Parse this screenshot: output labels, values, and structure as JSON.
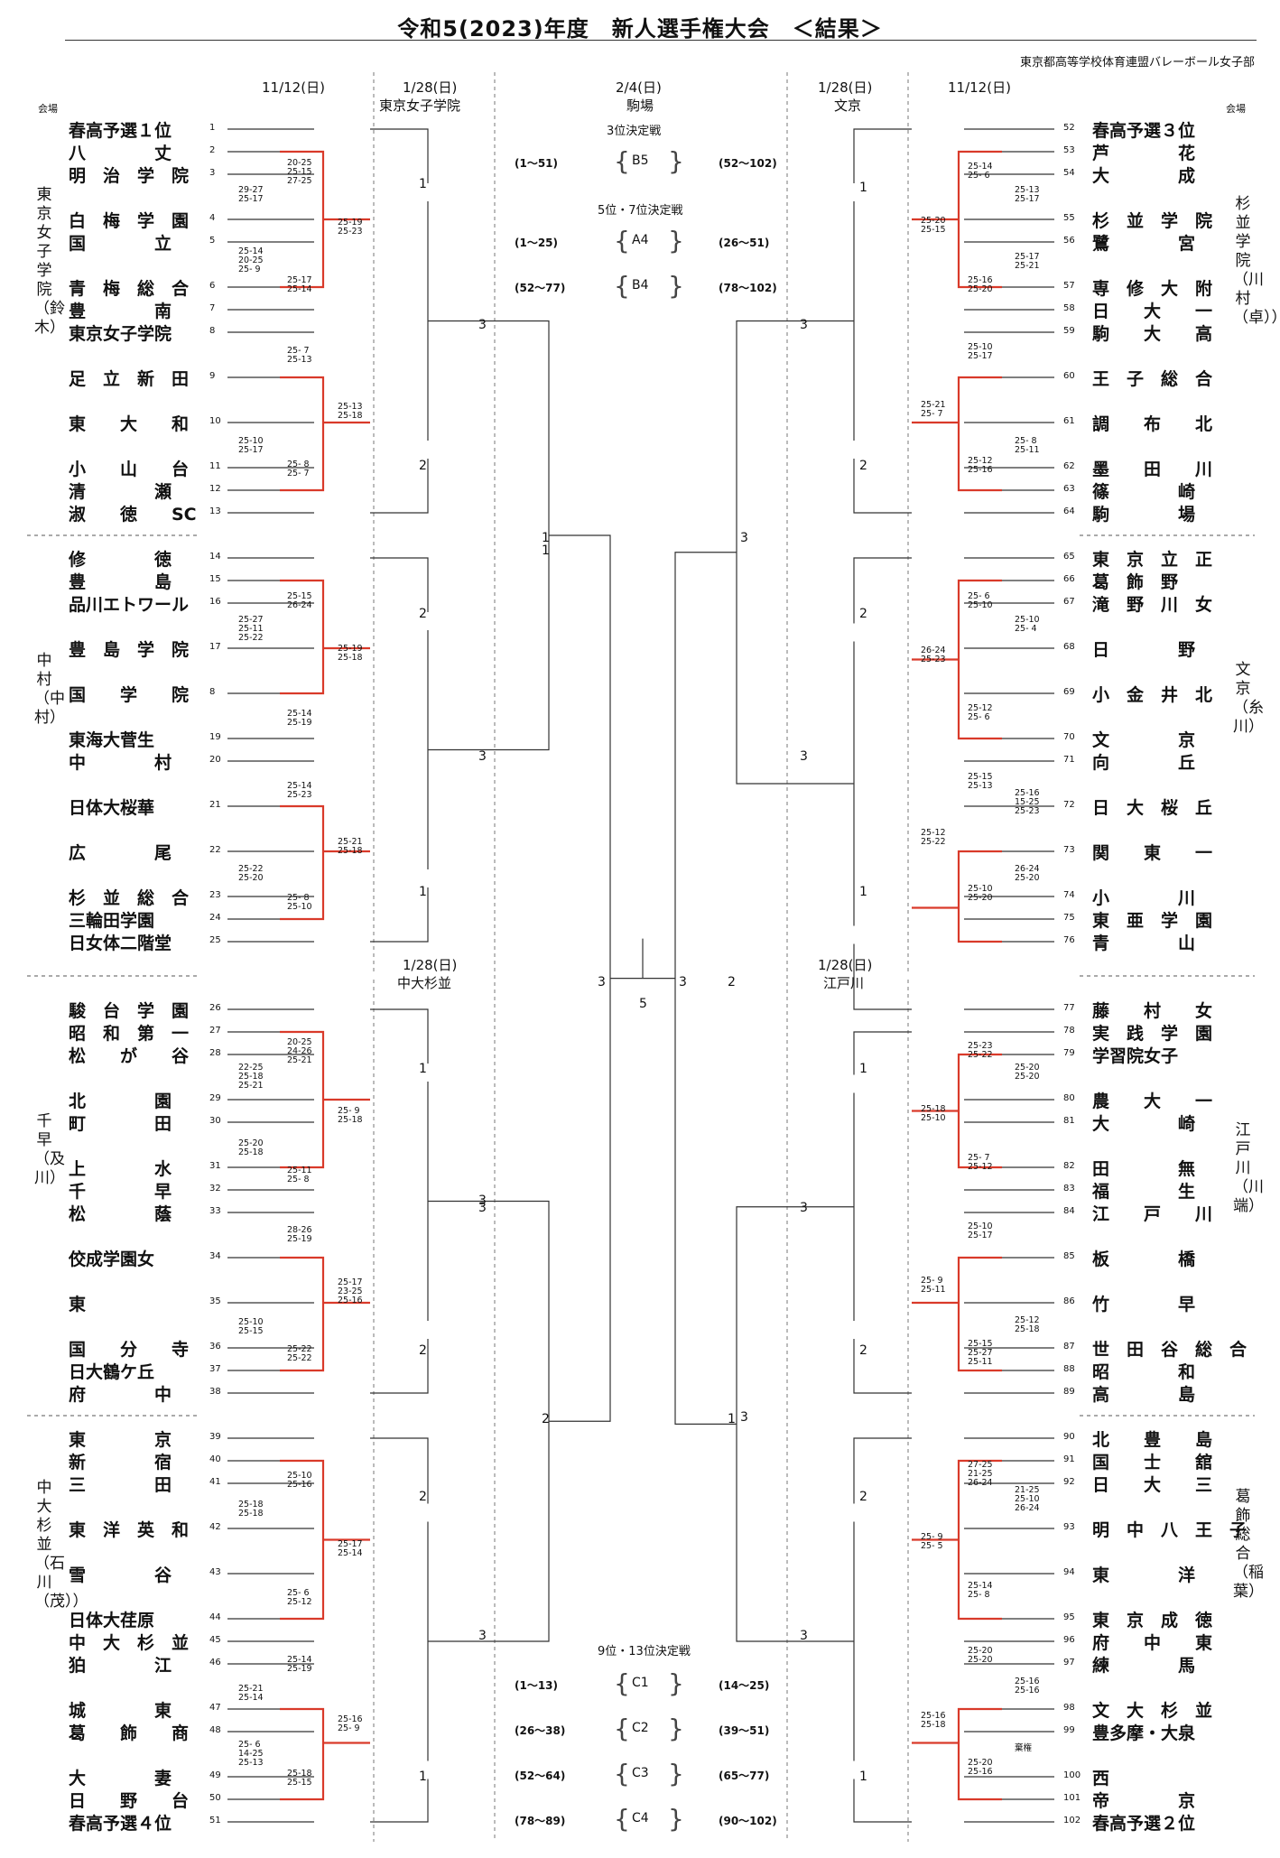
{
  "title": "令和5(2023)年度　新人選手権大会　＜結果＞",
  "organizer": "東京都高等学校体育連盟バレーボール女子部",
  "headers": {
    "date_r1": "11/12(日)",
    "date_r2": "1/28(日)",
    "date_final": "2/4(日)",
    "venue_tl": "東京女子学院",
    "venue_tr": "文京",
    "venue_final": "駒場",
    "venue_bl_date": "1/28(日)",
    "venue_bl": "中大杉並",
    "venue_br_date": "1/28(日)",
    "venue_br": "江戸川",
    "venue_label_left": "会場",
    "venue_label_right": "会場"
  },
  "venues": {
    "left": [
      "東京女子学院（鈴木）",
      "中村（中村）",
      "千早（及川）",
      "中大杉並（石川（茂））"
    ],
    "right": [
      "杉並学院（川村（卓））",
      "文京（糸川）",
      "江戸川（川端）",
      "葛飾総合（稲葉）"
    ]
  },
  "playoffs": {
    "third_title": "3位決定戦",
    "fifth_title": "5位・7位決定戦",
    "ninth_title": "9位・13位決定戦",
    "rows": [
      {
        "left": "(1～51)",
        "box": "B5",
        "right": "(52～102)"
      },
      {
        "left": "(1～25)",
        "box": "A4",
        "right": "(26～51)"
      },
      {
        "left": "(52～77)",
        "box": "B4",
        "right": "(78～102)"
      },
      {
        "left": "(1～13)",
        "box": "C1",
        "right": "(14～25)"
      },
      {
        "left": "(26～38)",
        "box": "C2",
        "right": "(39～51)"
      },
      {
        "left": "(52～64)",
        "box": "C3",
        "right": "(65～77)"
      },
      {
        "left": "(78～89)",
        "box": "C4",
        "right": "(90～102)"
      }
    ]
  },
  "left_teams": [
    {
      "n": "1",
      "name": "春高予選１位"
    },
    {
      "n": "2",
      "name": "八　　　　丈"
    },
    {
      "n": "3",
      "name": "明　治　学　院"
    },
    {
      "n": "4",
      "name": "白　梅　学　園"
    },
    {
      "n": "5",
      "name": "国　　　　立"
    },
    {
      "n": "6",
      "name": "青　梅　総　合"
    },
    {
      "n": "7",
      "name": "豊　　　　南"
    },
    {
      "n": "8",
      "name": "東京女子学院"
    },
    {
      "n": "9",
      "name": "足　立　新　田"
    },
    {
      "n": "10",
      "name": "東　　大　　和"
    },
    {
      "n": "11",
      "name": "小　　山　　台"
    },
    {
      "n": "12",
      "name": "清　　　　瀬"
    },
    {
      "n": "13",
      "name": "淑　　徳　　SC"
    },
    {
      "n": "14",
      "name": "修　　　　徳"
    },
    {
      "n": "15",
      "name": "豊　　　　島"
    },
    {
      "n": "16",
      "name": "品川エトワール"
    },
    {
      "n": "17",
      "name": "豊　島　学　院"
    },
    {
      "n": "8",
      "name": "国　　学　　院"
    },
    {
      "n": "19",
      "name": "東海大菅生"
    },
    {
      "n": "20",
      "name": "中　　　　村"
    },
    {
      "n": "21",
      "name": "日体大桜華"
    },
    {
      "n": "22",
      "name": "広　　　　尾"
    },
    {
      "n": "23",
      "name": "杉　並　総　合"
    },
    {
      "n": "24",
      "name": "三輪田学園"
    },
    {
      "n": "25",
      "name": "日女体二階堂"
    },
    {
      "n": "26",
      "name": "駿　台　学　園"
    },
    {
      "n": "27",
      "name": "昭　和　第　一"
    },
    {
      "n": "28",
      "name": "松　　が　　谷"
    },
    {
      "n": "29",
      "name": "北　　　　園"
    },
    {
      "n": "30",
      "name": "町　　　　田"
    },
    {
      "n": "31",
      "name": "上　　　　水"
    },
    {
      "n": "32",
      "name": "千　　　　早"
    },
    {
      "n": "33",
      "name": "松　　　　蔭"
    },
    {
      "n": "34",
      "name": "佼成学園女"
    },
    {
      "n": "35",
      "name": "東"
    },
    {
      "n": "36",
      "name": "国　　分　　寺"
    },
    {
      "n": "37",
      "name": "日大鶴ケ丘"
    },
    {
      "n": "38",
      "name": "府　　　　中"
    },
    {
      "n": "39",
      "name": "東　　　　京"
    },
    {
      "n": "40",
      "name": "新　　　　宿"
    },
    {
      "n": "41",
      "name": "三　　　　田"
    },
    {
      "n": "42",
      "name": "東　洋　英　和"
    },
    {
      "n": "43",
      "name": "雪　　　　谷"
    },
    {
      "n": "44",
      "name": "日体大荏原"
    },
    {
      "n": "45",
      "name": "中　大　杉　並"
    },
    {
      "n": "46",
      "name": "狛　　　　江"
    },
    {
      "n": "47",
      "name": "城　　　　東"
    },
    {
      "n": "48",
      "name": "葛　　飾　　商"
    },
    {
      "n": "49",
      "name": "大　　　　妻"
    },
    {
      "n": "50",
      "name": "日　　野　　台"
    },
    {
      "n": "51",
      "name": "春高予選４位"
    }
  ],
  "right_teams": [
    {
      "n": "52",
      "name": "春高予選３位"
    },
    {
      "n": "53",
      "name": "芦　　　　花"
    },
    {
      "n": "54",
      "name": "大　　　　成"
    },
    {
      "n": "55",
      "name": "杉　並　学　院"
    },
    {
      "n": "56",
      "name": "鷺　　　　宮"
    },
    {
      "n": "57",
      "name": "専　修　大　附"
    },
    {
      "n": "58",
      "name": "日　　大　　一"
    },
    {
      "n": "59",
      "name": "駒　　大　　高"
    },
    {
      "n": "60",
      "name": "王　子　総　合"
    },
    {
      "n": "61",
      "name": "調　　布　　北"
    },
    {
      "n": "62",
      "name": "墨　　田　　川"
    },
    {
      "n": "63",
      "name": "篠　　　　崎"
    },
    {
      "n": "64",
      "name": "駒　　　　場"
    },
    {
      "n": "65",
      "name": "東　京　立　正"
    },
    {
      "n": "66",
      "name": "葛　飾　野"
    },
    {
      "n": "67",
      "name": "滝　野　川　女"
    },
    {
      "n": "68",
      "name": "日　　　　野"
    },
    {
      "n": "69",
      "name": "小　金　井　北"
    },
    {
      "n": "70",
      "name": "文　　　　京"
    },
    {
      "n": "71",
      "name": "向　　　　丘"
    },
    {
      "n": "72",
      "name": "日　大　桜　丘"
    },
    {
      "n": "73",
      "name": "関　　東　　一"
    },
    {
      "n": "74",
      "name": "小　　　　川"
    },
    {
      "n": "75",
      "name": "東　亜　学　園"
    },
    {
      "n": "76",
      "name": "青　　　　山"
    },
    {
      "n": "77",
      "name": "藤　　村　　女"
    },
    {
      "n": "78",
      "name": "実　践　学　園"
    },
    {
      "n": "79",
      "name": "学習院女子"
    },
    {
      "n": "80",
      "name": "農　　大　　一"
    },
    {
      "n": "81",
      "name": "大　　　　崎"
    },
    {
      "n": "82",
      "name": "田　　　　無"
    },
    {
      "n": "83",
      "name": "福　　　　生"
    },
    {
      "n": "84",
      "name": "江　　戸　　川"
    },
    {
      "n": "85",
      "name": "板　　　　橋"
    },
    {
      "n": "86",
      "name": "竹　　　　早"
    },
    {
      "n": "87",
      "name": "世　田　谷　総　合"
    },
    {
      "n": "88",
      "name": "昭　　　　和"
    },
    {
      "n": "89",
      "name": "高　　　　島"
    },
    {
      "n": "90",
      "name": "北　　豊　　島"
    },
    {
      "n": "91",
      "name": "国　　士　　舘"
    },
    {
      "n": "92",
      "name": "日　　大　　三"
    },
    {
      "n": "93",
      "name": "明　中　八　王　子"
    },
    {
      "n": "94",
      "name": "東　　　　洋"
    },
    {
      "n": "95",
      "name": "東　京　成　徳"
    },
    {
      "n": "96",
      "name": "府　　中　　東"
    },
    {
      "n": "97",
      "name": "練　　　　馬"
    },
    {
      "n": "98",
      "name": "文　大　杉　並"
    },
    {
      "n": "99",
      "name": "豊多摩・大泉"
    },
    {
      "n": "100",
      "name": "西"
    },
    {
      "n": "101",
      "name": "帝　　　　京"
    },
    {
      "n": "102",
      "name": "春高予選２位"
    }
  ],
  "scores_left": [
    "20-25\n25-15\n27-25",
    "29-27\n25-17",
    "25-19\n25-23",
    "25-14\n20-25\n25- 9",
    "25-17\n25-14",
    "25- 7\n25-13",
    "25-13\n25-18",
    "25-10\n25-17",
    "25- 8\n25- 7",
    "25-15\n26-24",
    "25-27\n25-11\n25-22",
    "25-19\n25-18",
    "25-14\n25-19",
    "25-14\n25-23",
    "25-21\n25-18",
    "25-22\n25-20",
    "25- 8\n25-10",
    "20-25\n24-26\n25-21",
    "22-25\n25-18\n25-21",
    "25- 9\n25-18",
    "25-20\n25-18",
    "25-11\n25- 8",
    "28-26\n25-19",
    "25-17\n23-25\n25-16",
    "25-10\n25-15",
    "25-22\n25-22",
    "25-10\n25-16",
    "25-18\n25-18",
    "25-17\n25-14",
    "25- 6\n25-12",
    "25-14\n25-19",
    "25-21\n25-14",
    "25-16\n25- 9",
    "25- 6\n14-25\n25-13",
    "25-18\n25-15"
  ],
  "scores_right": [
    "25-14\n25- 6",
    "25-13\n25-17",
    "25-20\n25-15",
    "25-17\n25-21",
    "25-16\n25-20",
    "25-10\n25-17",
    "25-21\n25- 7",
    "25- 8\n25-11",
    "25-12\n25-16",
    "25- 6\n25-10",
    "25-10\n25- 4",
    "26-24\n25-23",
    "25-12\n25- 6",
    "25-15\n25-13",
    "25-16\n15-25\n25-23",
    "25-12\n25-22",
    "26-24\n25-20",
    "25-10\n25-20",
    "25-23\n25-22",
    "25-20\n25-20",
    "25-18\n25-10",
    "25- 7\n25-12",
    "25-10\n25-17",
    "25- 9\n25-11",
    "25-12\n25-18",
    "25-15\n25-27\n25-11",
    "27-25\n21-25\n26-24",
    "21-25\n25-10\n26-24",
    "25- 9\n25- 5",
    "25-14\n25- 8",
    "25-20\n25-20",
    "25-16\n25-16",
    "25-16\n25-18",
    "25-20\n25-16",
    "棄権"
  ],
  "bracket_nums": {
    "l1": "1",
    "l2": "2",
    "l3": "3",
    "l4": "2",
    "l5": "1",
    "l6": "1",
    "l7": "3",
    "l8": "2",
    "l9": "1",
    "l10": "2",
    "l11": "3",
    "l12": "1",
    "lsemi_a": "3",
    "lsemi_b": "3",
    "lfinal_top": "1",
    "lfinal_bot": "2",
    "r1": "1",
    "r2": "2",
    "r3": "3",
    "r4": "2",
    "r5": "3",
    "r6": "1",
    "r7": "1",
    "r8": "3",
    "r9": "2",
    "r10": "2",
    "r11": "3",
    "r12": "1",
    "rsemi_a": "3",
    "rsemi_b": "3",
    "rfinal_top": "2",
    "rfinal_bot": "1",
    "center_left": "3",
    "center_right": "3",
    "center_bottom": "5"
  },
  "colors": {
    "winner_line": "#d93a2a",
    "line": "#333333"
  }
}
